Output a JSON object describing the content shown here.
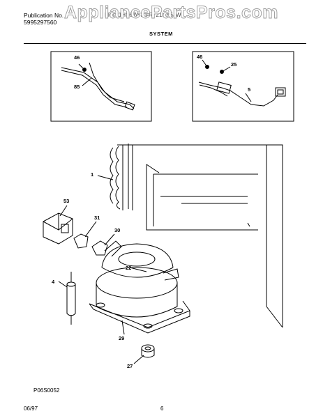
{
  "header": {
    "publication_label": "Publication No.",
    "publication_number": "5995297560",
    "model_line": "FRT21HS6JW3 FRT21HS6JW3",
    "section_title": "SYSTEM"
  },
  "watermark": "AppliancePartsPros.com",
  "callouts": {
    "top_left": [
      "46",
      "85"
    ],
    "top_right": [
      "46",
      "25",
      "5"
    ],
    "main": [
      "1",
      "53",
      "31",
      "30",
      "22",
      "4",
      "29",
      "27"
    ]
  },
  "figure_code": "P06S0052",
  "footer": {
    "date": "06/97",
    "page": "6"
  }
}
